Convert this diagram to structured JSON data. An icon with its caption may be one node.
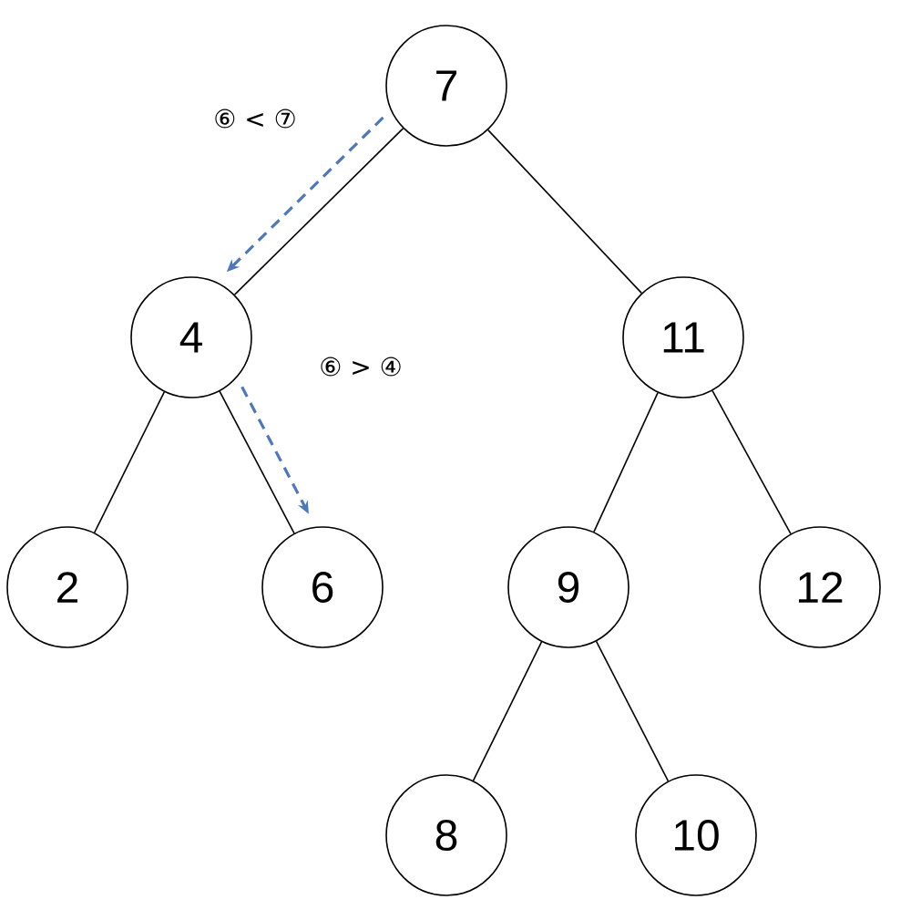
{
  "diagram": {
    "nodes": [
      {
        "text": [
          "7"
        ]
      },
      {
        "text": [
          "4"
        ]
      },
      {
        "text": [
          "11"
        ]
      },
      {
        "text": [
          "2"
        ]
      },
      {
        "text": [
          "6"
        ]
      },
      {
        "text": [
          "9"
        ]
      },
      {
        "text": [
          "12"
        ]
      },
      {
        "text": [
          "8"
        ]
      },
      {
        "text": [
          "10"
        ]
      }
    ],
    "edges": [
      {
        "from": 0,
        "to": 1,
        "arrow": "none"
      },
      {
        "from": 0,
        "to": 2,
        "arrow": "none"
      },
      {
        "from": 1,
        "to": 3,
        "arrow": "none"
      },
      {
        "from": 1,
        "to": 4,
        "arrow": "none"
      },
      {
        "from": 2,
        "to": 5,
        "arrow": "none"
      },
      {
        "from": 2,
        "to": 6,
        "arrow": "none"
      },
      {
        "from": 5,
        "to": 7,
        "arrow": "none"
      },
      {
        "from": 5,
        "to": 8,
        "arrow": "none"
      },
      {
        "from": 0,
        "to": 1,
        "arrow": "to",
        "style": "dashed",
        "color": "#4f78b5",
        "label": "⑥ < ⑦"
      },
      {
        "from": 1,
        "to": 4,
        "arrow": "to",
        "style": "dashed",
        "color": "#4f78b5",
        "label": "⑥ > ④"
      }
    ]
  }
}
